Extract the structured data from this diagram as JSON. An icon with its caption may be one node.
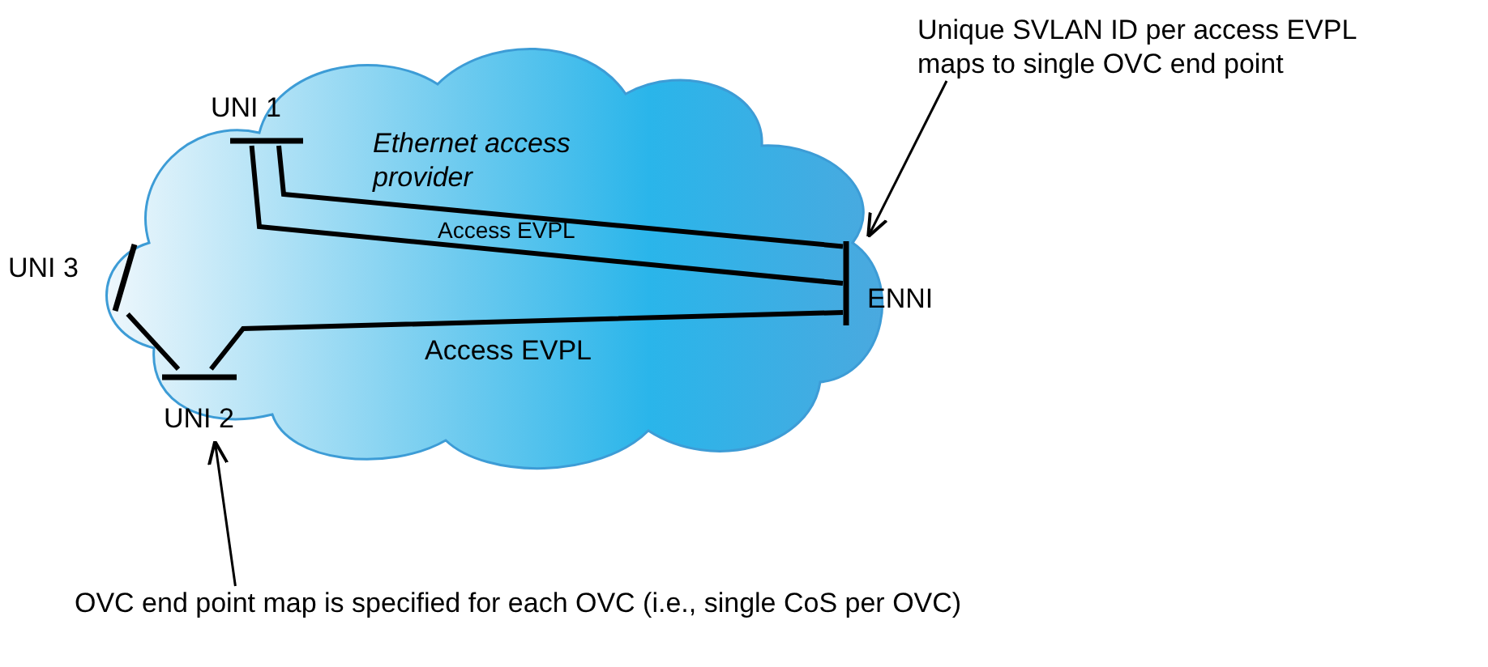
{
  "diagram": {
    "nodes": [
      {
        "text": [
          "UNI 1"
        ]
      },
      {
        "text": [
          "UNI 3"
        ]
      },
      {
        "text": [
          "UNI 2"
        ]
      },
      {
        "text": [
          "ENNI"
        ]
      },
      {
        "text": [
          "Unique SVLAN ID per access EVPL maps to single OVC end point"
        ]
      },
      {
        "text": [
          "OVC end point map is specified for each OVC (i.e., single CoS per OVC)"
        ]
      }
    ],
    "edges": [
      {
        "from": 0,
        "to": 3,
        "arrow": "none"
      },
      {
        "from": 0,
        "to": 3,
        "arrow": "none",
        "label": "Access EVPL"
      },
      {
        "from": 1,
        "to": 2,
        "arrow": "none"
      },
      {
        "from": 2,
        "to": 3,
        "arrow": "none",
        "label": "Access EVPL"
      },
      {
        "from": 4,
        "to": 3,
        "arrow": "to"
      },
      {
        "from": 5,
        "to": 2,
        "arrow": "to"
      }
    ],
    "labels": [
      "Ethernet access provider"
    ]
  }
}
